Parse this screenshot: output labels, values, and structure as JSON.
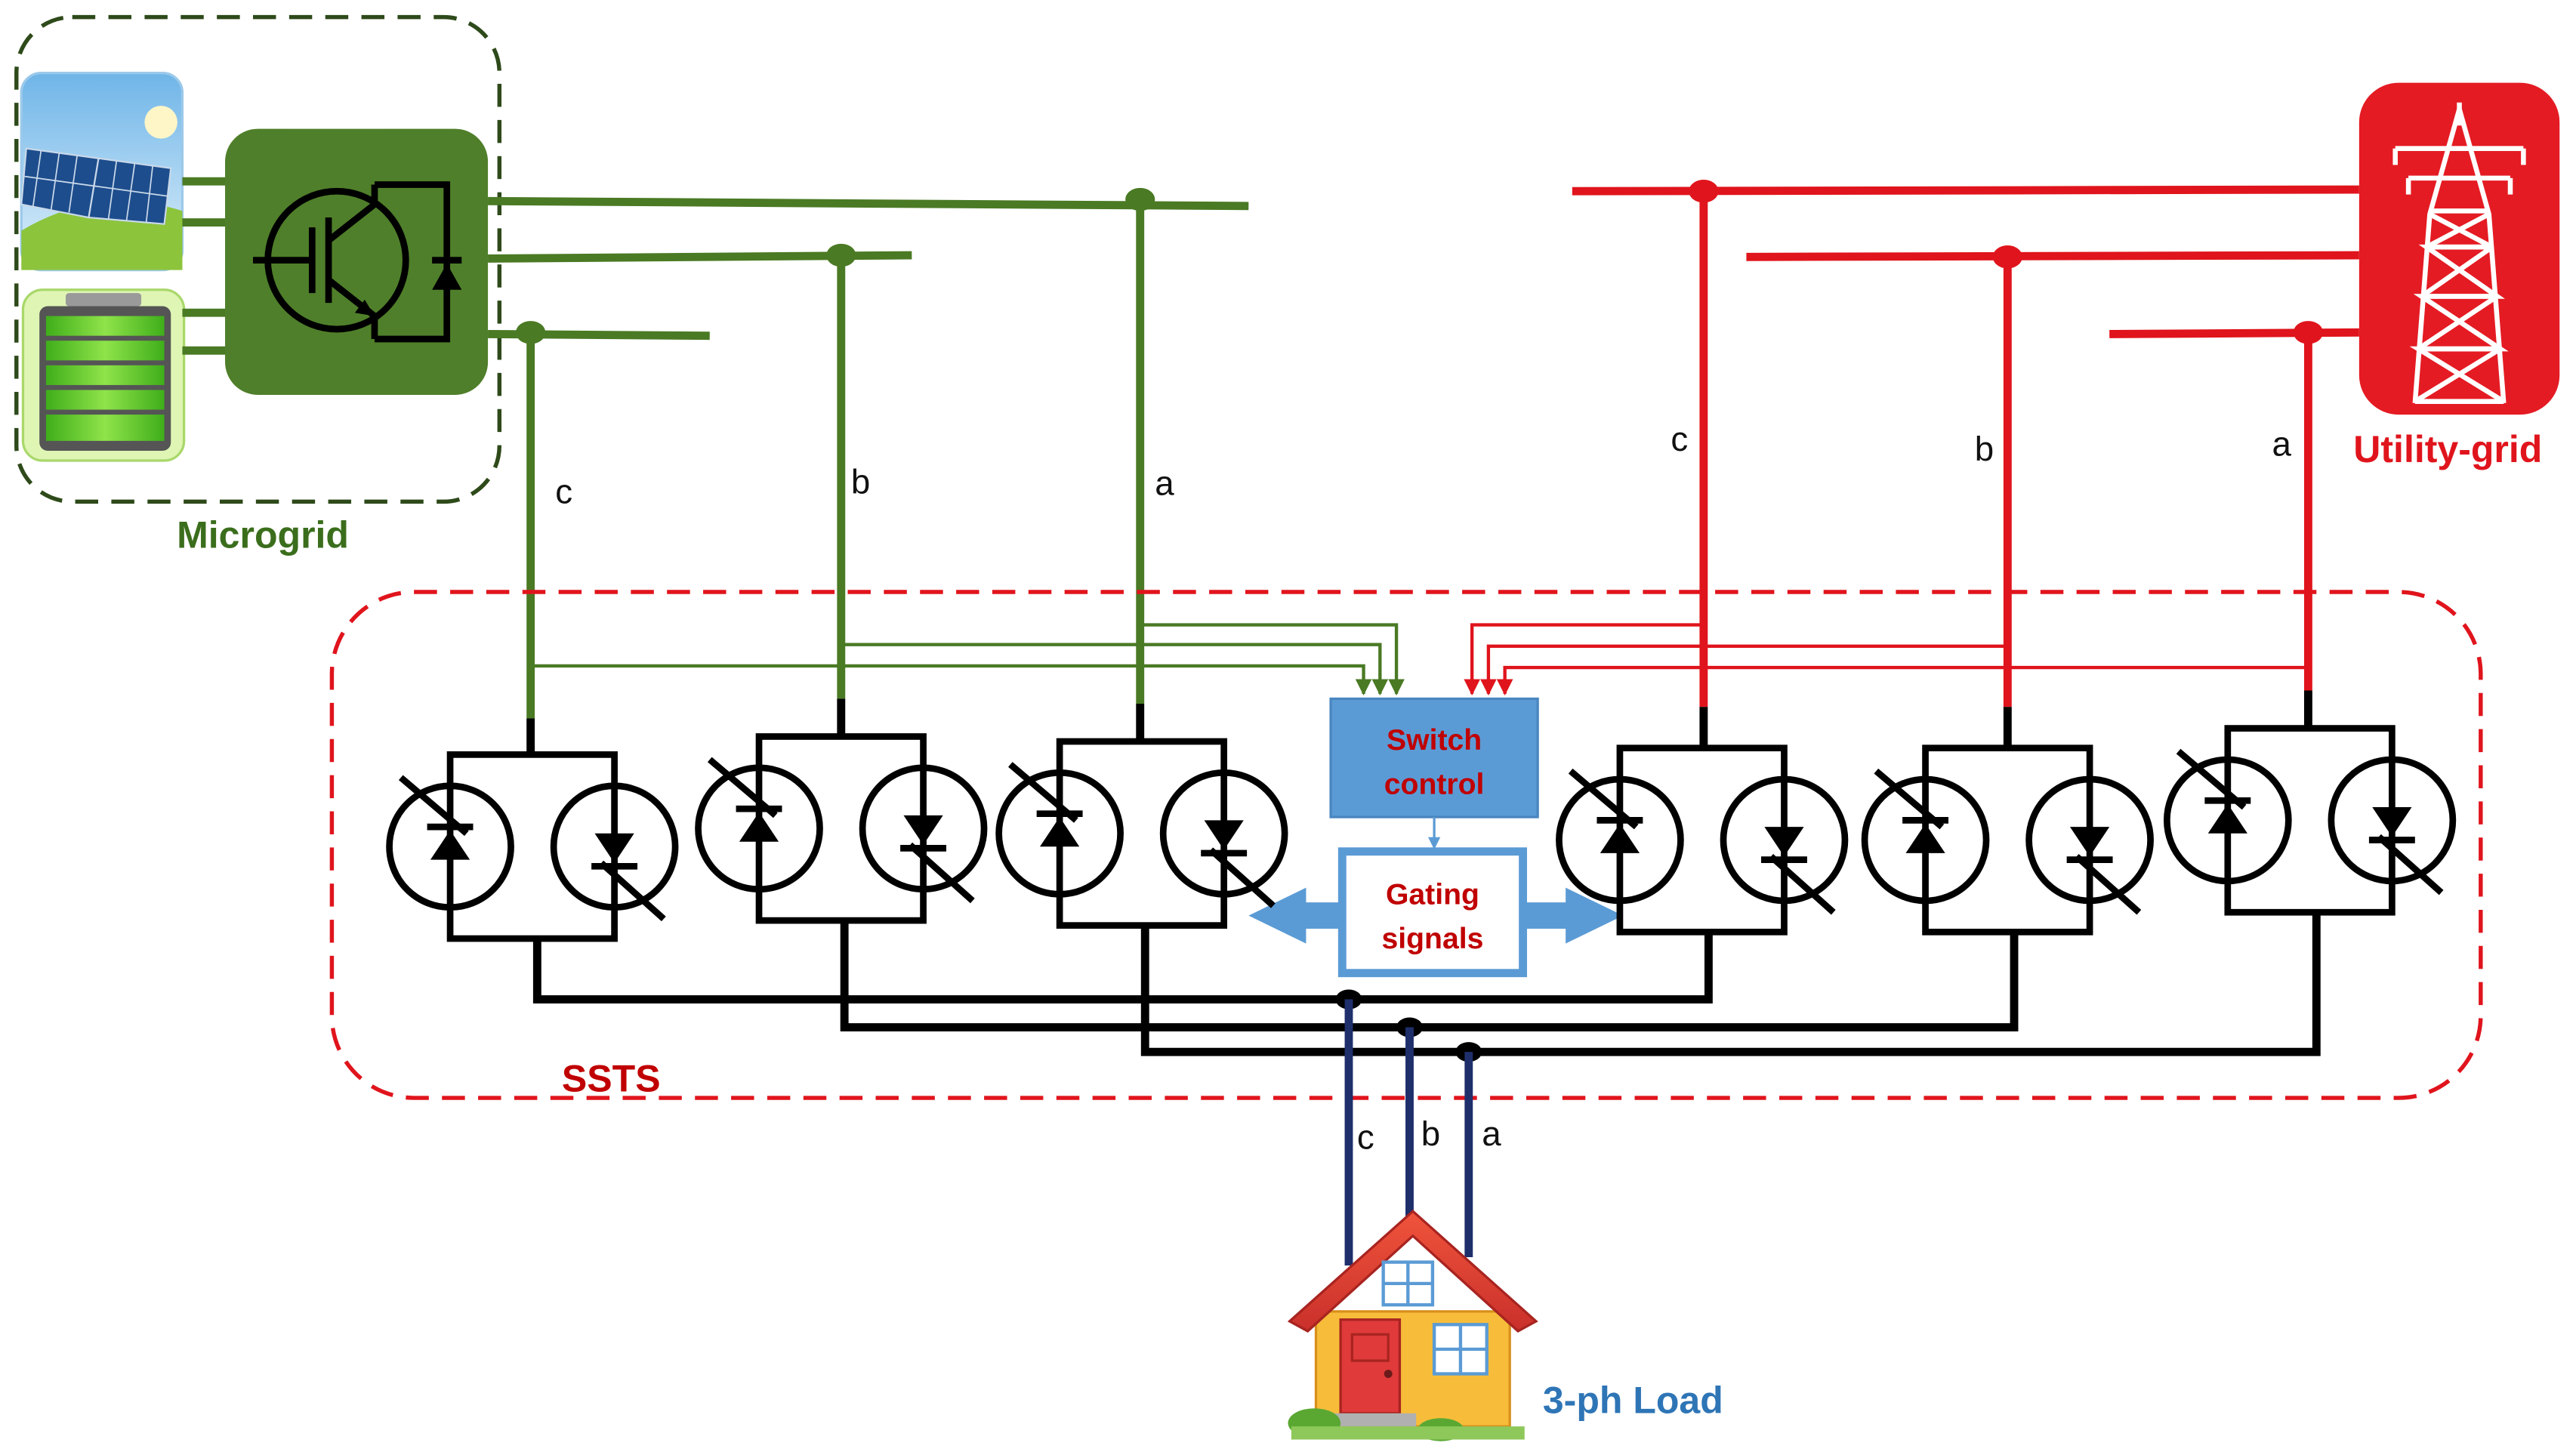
{
  "labels": {
    "microgrid": "Microgrid",
    "utility_grid": "Utility-grid",
    "ssts": "SSTS",
    "load": "3-ph Load",
    "switch_control_line1": "Switch",
    "switch_control_line2": "control",
    "gating_line1": "Gating",
    "gating_line2": "signals"
  },
  "phases": {
    "microgrid": [
      "c",
      "b",
      "a"
    ],
    "utility": [
      "c",
      "b",
      "a"
    ],
    "load": [
      "c",
      "b",
      "a"
    ]
  },
  "colors": {
    "microgrid": "#4a7a24",
    "microgrid_dark": "#365e1a",
    "utility": "#e0141c",
    "ssts_border": "#e0141c",
    "switch_control_fill": "#5b9bd5",
    "gating_border": "#5b9bd5",
    "arrow": "#5b9bd5",
    "load_label": "#2e75b6",
    "ssts_label": "#c00000",
    "control_text": "#c00000",
    "load_lines": "#1f2f6b"
  },
  "icons": {
    "solar": "solar-panel-icon",
    "battery": "battery-icon",
    "converter": "igbt-converter-icon",
    "tower": "transmission-tower-icon",
    "house": "house-icon"
  }
}
